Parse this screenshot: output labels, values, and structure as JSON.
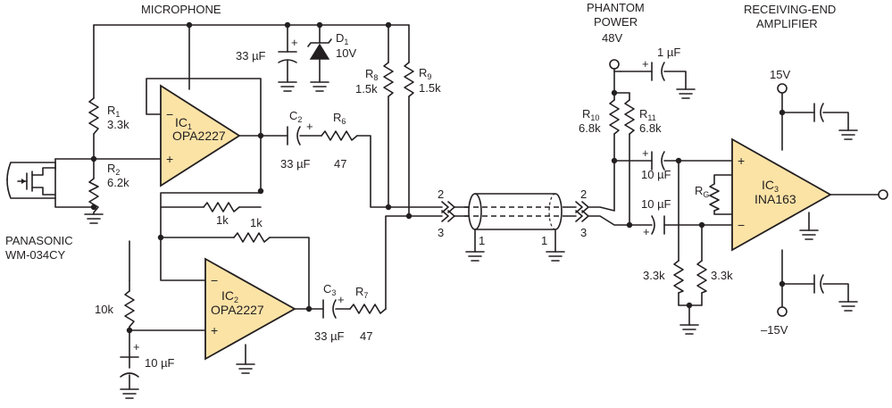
{
  "titles": {
    "microphone": "MICROPHONE",
    "phantom_line1": "PHANTOM",
    "phantom_line2": "POWER",
    "phantom_voltage": "48V",
    "receiver_line1": "RECEIVING-END",
    "receiver_line2": "AMPLIFIER",
    "mic_part_line1": "PANASONIC",
    "mic_part_line2": "WM-034CY"
  },
  "ics": {
    "ic1": {
      "ref": "IC",
      "sub": "1",
      "part": "OPA2227"
    },
    "ic2": {
      "ref": "IC",
      "sub": "2",
      "part": "OPA2227"
    },
    "ic3": {
      "ref": "IC",
      "sub": "3",
      "part": "INA163"
    }
  },
  "components": {
    "r1": {
      "ref": "R",
      "sub": "1",
      "value": "3.3k"
    },
    "r2": {
      "ref": "R",
      "sub": "2",
      "value": "6.2k"
    },
    "r6": {
      "ref": "R",
      "sub": "6",
      "value": "47"
    },
    "r7": {
      "ref": "R",
      "sub": "7",
      "value": "47"
    },
    "r8": {
      "ref": "R",
      "sub": "8",
      "value": "1.5k"
    },
    "r9": {
      "ref": "R",
      "sub": "9",
      "value": "1.5k"
    },
    "r10": {
      "ref": "R",
      "sub": "10",
      "value": "6.8k"
    },
    "r11": {
      "ref": "R",
      "sub": "11",
      "value": "6.8k"
    },
    "rg": {
      "ref": "R",
      "sub": "G"
    },
    "d1": {
      "ref": "D",
      "sub": "1",
      "value": "10V"
    },
    "c_supply": {
      "value": "33 µF"
    },
    "c2": {
      "ref": "C",
      "sub": "2",
      "value": "33 µF"
    },
    "c3": {
      "ref": "C",
      "sub": "3",
      "value": "33 µF"
    },
    "c_bias": {
      "value": "10 µF"
    },
    "c_phantom": {
      "value": "1 µF"
    },
    "c_in_top": {
      "value": "10 µF"
    },
    "c_in_bottom": {
      "value": "10 µF"
    },
    "r_fb1": {
      "value": "1k"
    },
    "r_fb2": {
      "value": "1k"
    },
    "r_bias": {
      "value": "10k"
    },
    "r_load1": {
      "value": "3.3k"
    },
    "r_load2": {
      "value": "3.3k"
    }
  },
  "supplies": {
    "pos": "15V",
    "neg": "–15V"
  },
  "pins": {
    "p2": "2",
    "p3": "3",
    "shield": "1"
  },
  "signs": {
    "minus": "−",
    "plus": "+"
  }
}
